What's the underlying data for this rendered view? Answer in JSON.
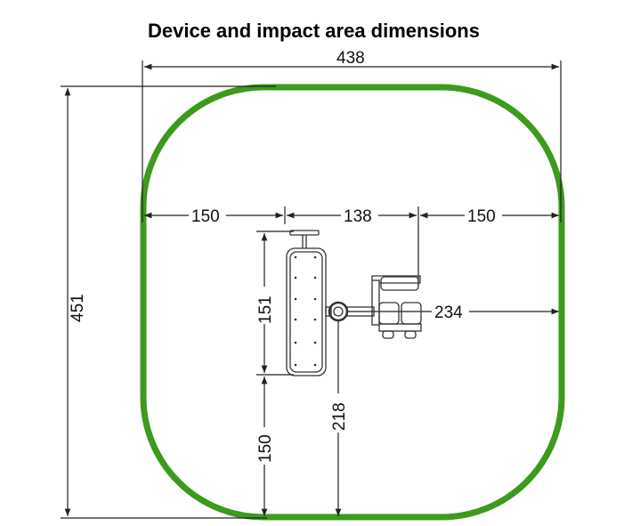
{
  "title": "Device and impact area dimensions",
  "dimensions": {
    "overall_width": "438",
    "overall_height": "451",
    "left_clearance": "150",
    "device_width": "138",
    "right_clearance": "150",
    "bench_length": "151",
    "bottom_clearance": "150",
    "hub_to_bottom": "218",
    "hub_to_right": "234"
  },
  "colors": {
    "impact_area": "#3c9a1c",
    "lines": "#222222"
  }
}
